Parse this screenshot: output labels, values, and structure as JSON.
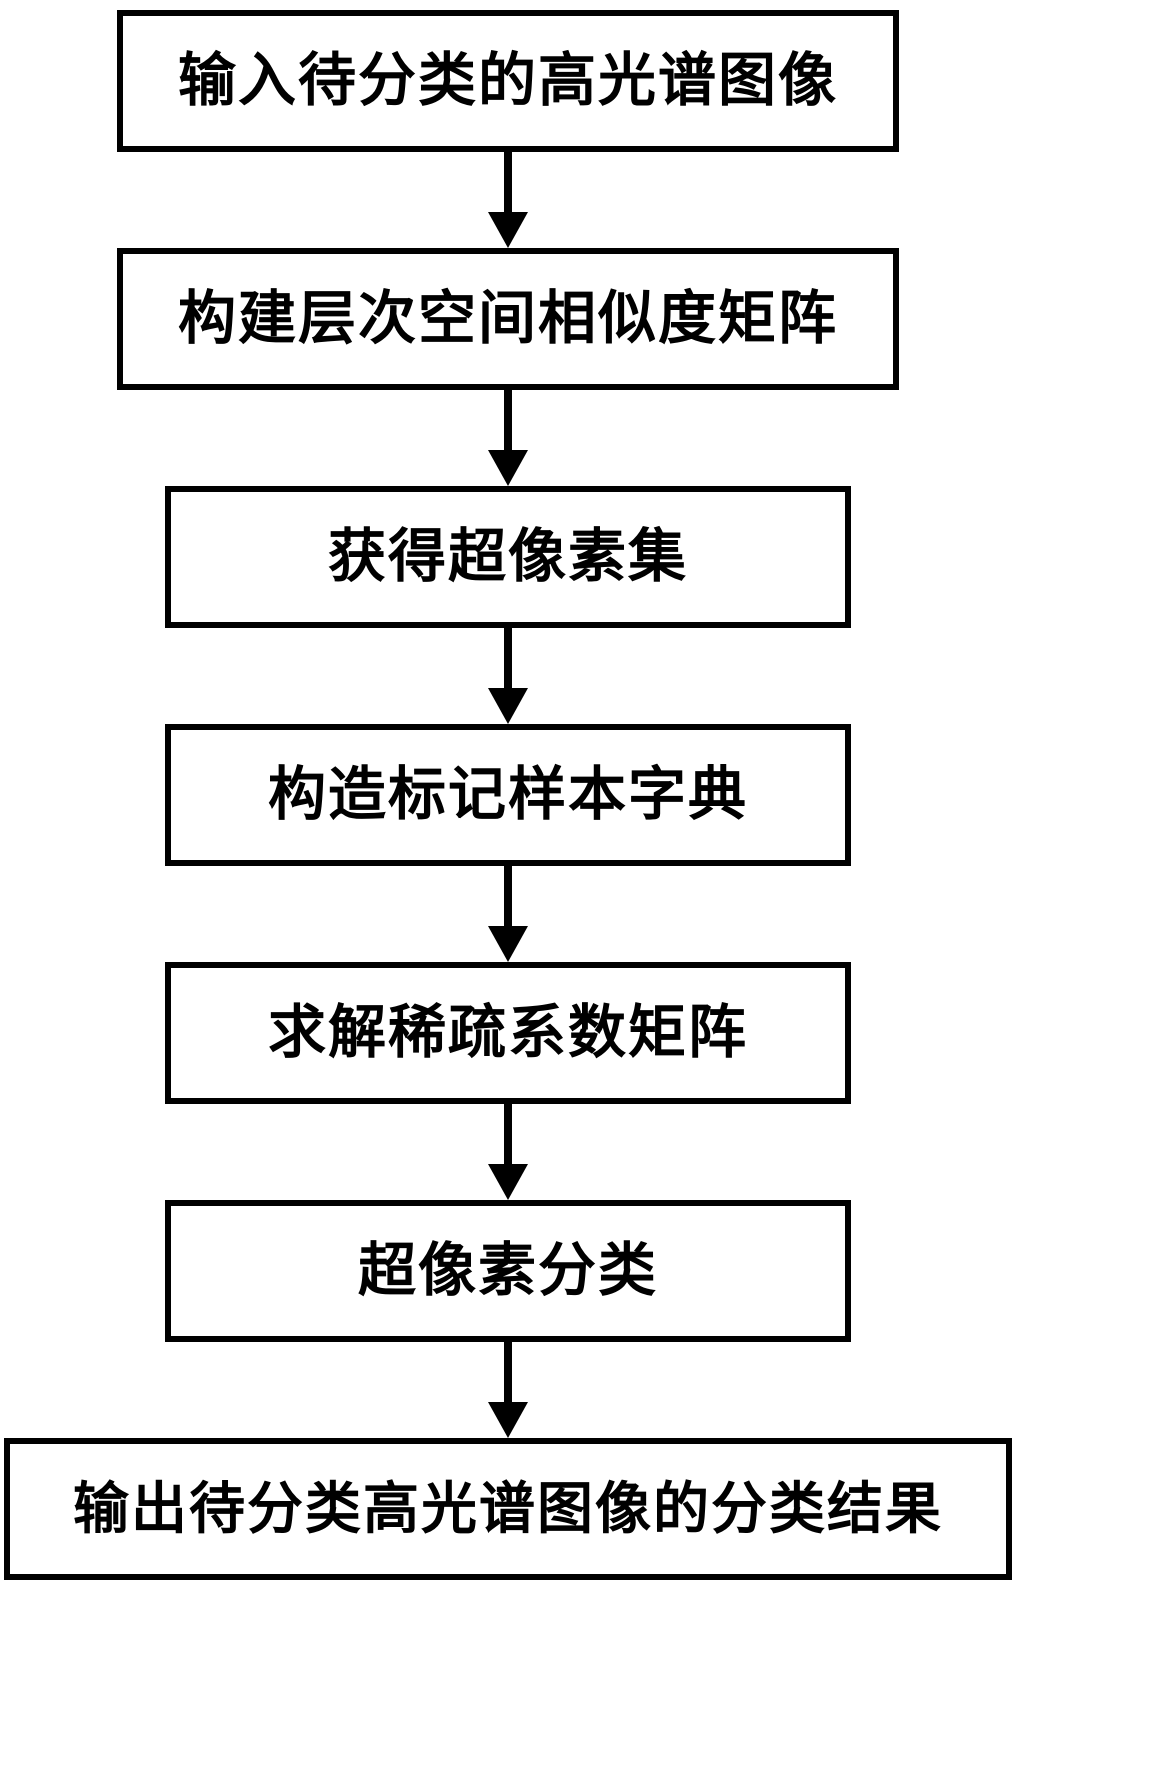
{
  "diagram": {
    "type": "flowchart",
    "direction": "top-to-bottom",
    "colors": {
      "background": "#ffffff",
      "border": "#000000",
      "text": "#000000",
      "arrow": "#000000"
    },
    "steps": [
      {
        "label": "输入待分类的高光谱图像"
      },
      {
        "label": "构建层次空间相似度矩阵"
      },
      {
        "label": "获得超像素集"
      },
      {
        "label": "构造标记样本字典"
      },
      {
        "label": "求解稀疏系数矩阵"
      },
      {
        "label": "超像素分类"
      },
      {
        "label": "输出待分类高光谱图像的分类结果"
      }
    ]
  }
}
